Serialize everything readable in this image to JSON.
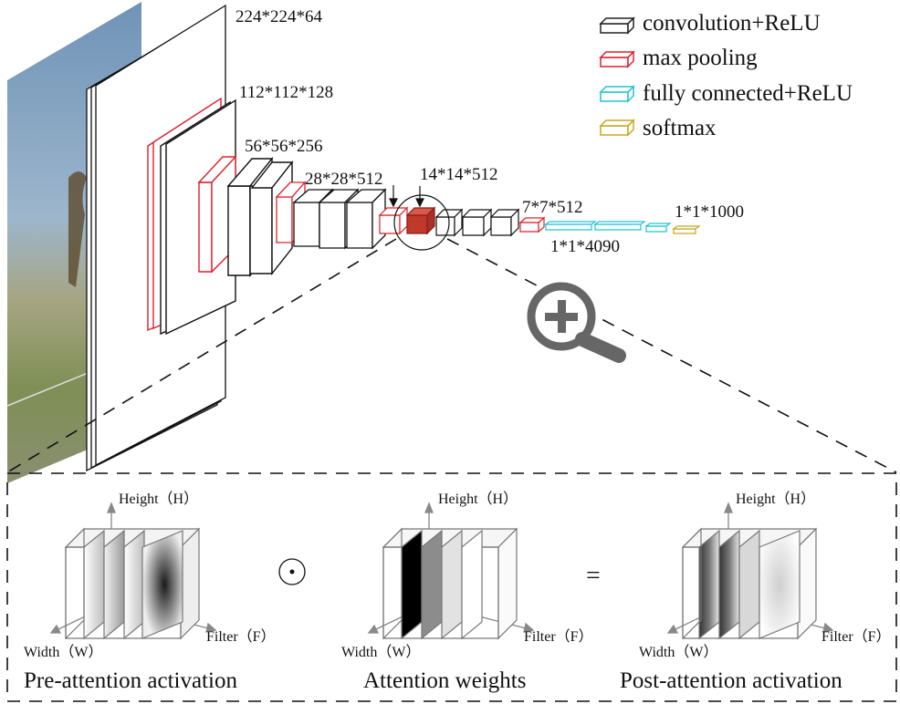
{
  "legend": {
    "conv": "convolution+ReLU",
    "pool": "max pooling",
    "fc": "fully connected+ReLU",
    "softmax": "softmax"
  },
  "colors": {
    "conv": "#222222",
    "pool": "#e0202a",
    "fc": "#22c4d4",
    "softmax": "#c8a81e",
    "highlight": "#c0392b",
    "magnifier": "#666666"
  },
  "layer_labels": {
    "l1": "224*224*64",
    "l2": "112*112*128",
    "l3": "56*56*256",
    "l4": "28*28*512",
    "l5": "14*14*512",
    "l6": "7*7*512",
    "l7": "1*1*4090",
    "l8": "1*1*1000"
  },
  "panels": [
    {
      "height_axis": "Height（H）",
      "width_axis": "Width（W）",
      "filter_axis": "Filter（F）",
      "caption": "Pre-attention activation"
    },
    {
      "height_axis": "Height（H）",
      "width_axis": "Width（W）",
      "filter_axis": "Filter（F）",
      "caption": "Attention weights"
    },
    {
      "height_axis": "Height（H）",
      "width_axis": "Width（W）",
      "filter_axis": "Filter（F）",
      "caption": "Post-attention activation"
    }
  ],
  "operators": {
    "hadamard": "⊙",
    "equals": "="
  },
  "icons": {
    "input_image": "photo-icon",
    "magnifier": "zoom-in-icon"
  }
}
